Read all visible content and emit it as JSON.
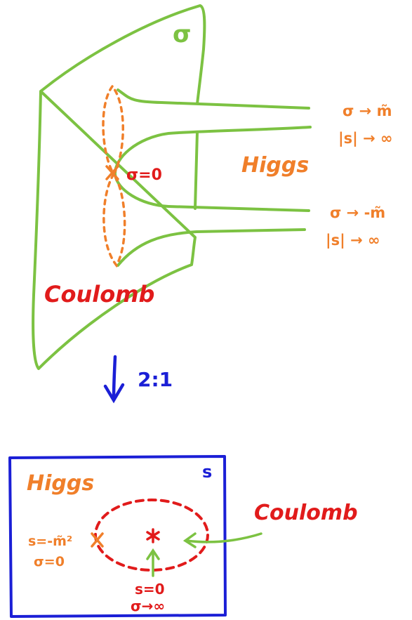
{
  "top": {
    "sheet_label": "σ",
    "center_label": "σ=0",
    "higgs_label": "Higgs",
    "coulomb_label": "Coulomb",
    "branch_upper_1": "σ → m̃",
    "branch_upper_2": "|s| → ∞",
    "branch_lower_1": "σ → -m̃",
    "branch_lower_2": "|s| → ∞"
  },
  "map": {
    "label": "2:1"
  },
  "bottom": {
    "plane_label": "s",
    "higgs_label": "Higgs",
    "coulomb_label": "Coulomb",
    "point_label_1": "s=-m̃²",
    "point_label_2": "σ=0",
    "center_label_1": "s=0",
    "center_label_2": "σ→∞"
  },
  "colors": {
    "green": "#7cc242",
    "orange": "#f07f2a",
    "red": "#e11b1b",
    "blue": "#1b1fd6"
  }
}
